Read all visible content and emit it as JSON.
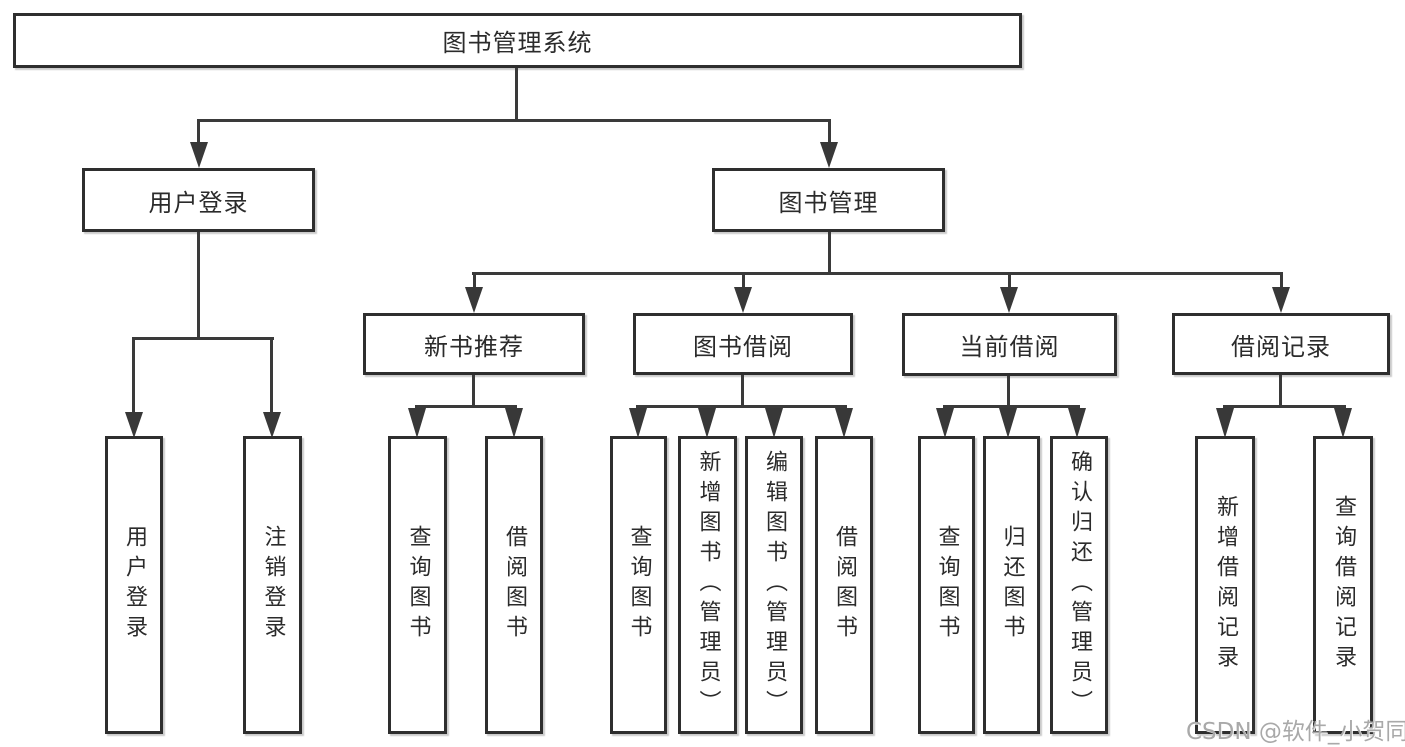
{
  "tree": {
    "label": "图书管理系统",
    "children": [
      {
        "label": "用户登录",
        "children": [
          {
            "label": "用户登录"
          },
          {
            "label": "注销登录"
          }
        ]
      },
      {
        "label": "图书管理",
        "children": [
          {
            "label": "新书推荐",
            "children": [
              {
                "label": "查询图书"
              },
              {
                "label": "借阅图书"
              }
            ]
          },
          {
            "label": "图书借阅",
            "children": [
              {
                "label": "查询图书"
              },
              {
                "label": "新增图书（管理员）"
              },
              {
                "label": "编辑图书（管理员）"
              },
              {
                "label": "借阅图书"
              }
            ]
          },
          {
            "label": "当前借阅",
            "children": [
              {
                "label": "查询图书"
              },
              {
                "label": "归还图书"
              },
              {
                "label": "确认归还（管理员）"
              }
            ]
          },
          {
            "label": "借阅记录",
            "children": [
              {
                "label": "新增借阅记录"
              },
              {
                "label": "查询借阅记录"
              }
            ]
          }
        ]
      }
    ]
  },
  "watermark": {
    "text": "CSDN @软件_小贺同学"
  },
  "colors": {
    "line": "#3a3a3a",
    "box_border": "#2e2e2e",
    "box_fill": "#ffffff",
    "text": "#2b2b2b",
    "watermark": "#a9a9a9",
    "background": "#ffffff"
  }
}
